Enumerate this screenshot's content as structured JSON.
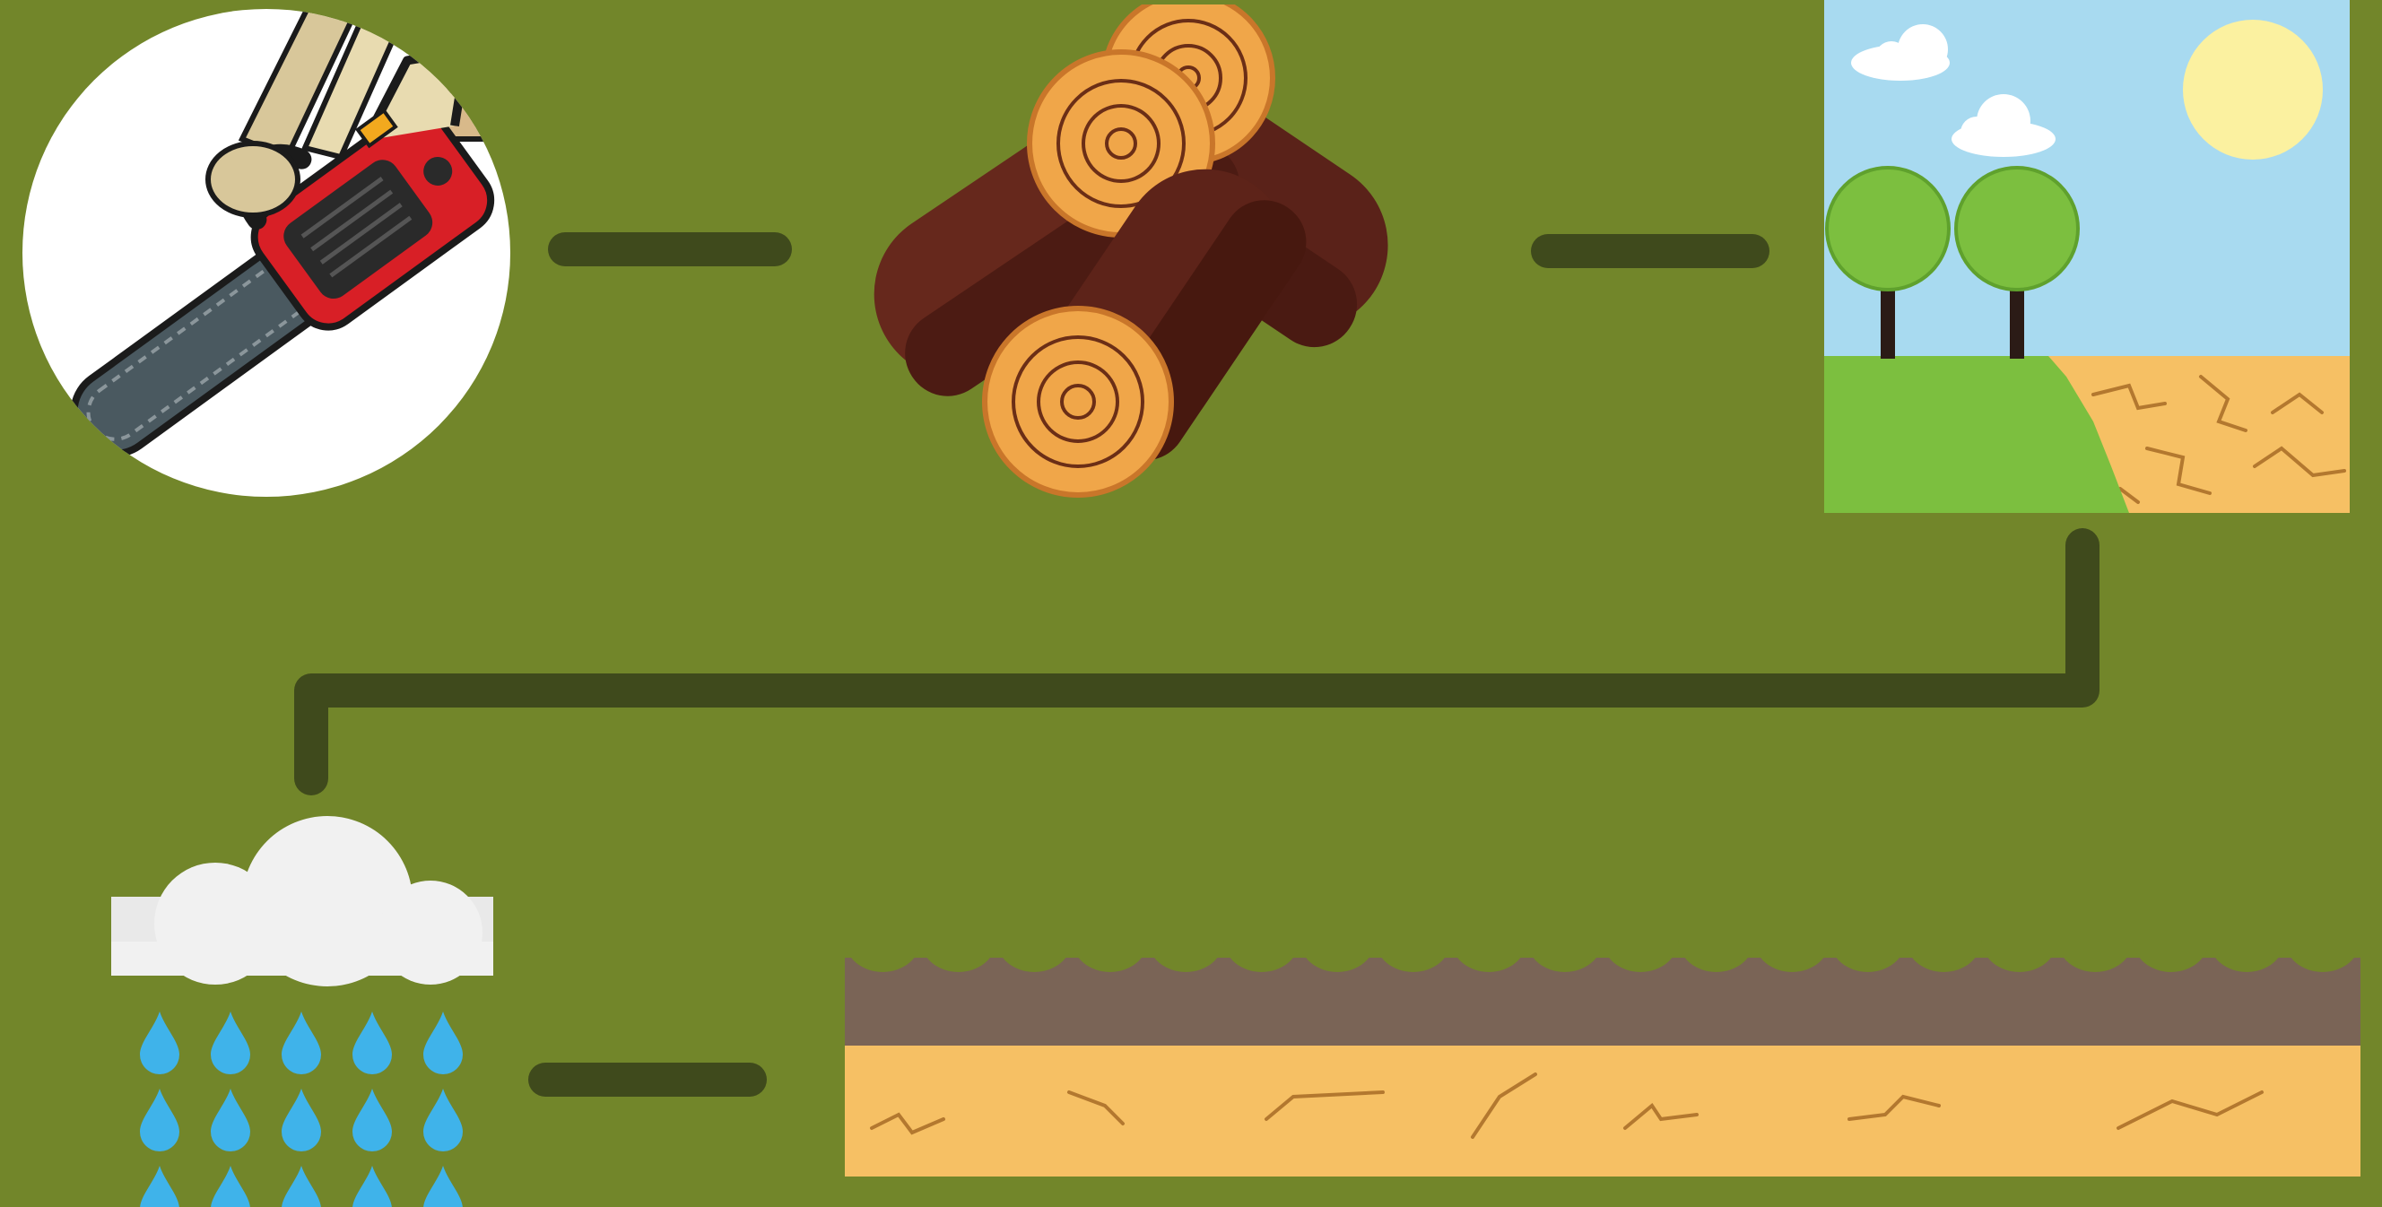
{
  "diagram": {
    "title": "",
    "background_color": "#72862a",
    "connector_color": "#3f4a1c",
    "steps": [
      {
        "id": "chainsaw",
        "icon": "chainsaw-icon",
        "label": ""
      },
      {
        "id": "logs",
        "icon": "cut-logs-icon",
        "label": ""
      },
      {
        "id": "landscape",
        "icon": "deforested-land-icon",
        "label": ""
      },
      {
        "id": "rain",
        "icon": "rain-cloud-icon",
        "label": ""
      },
      {
        "id": "soil",
        "icon": "soil-erosion-icon",
        "label": ""
      }
    ],
    "colors": {
      "wood_dark": "#5a2219",
      "wood_ring": "#f0a649",
      "sky": "#a8daf0",
      "grass": "#7cbf3f",
      "dry_soil": "#f6c064",
      "topsoil": "#7a6456",
      "water_drop": "#3fb3ea",
      "cloud": "#f1f1f1",
      "chainsaw_body": "#d81f26",
      "chainsaw_bar": "#4a5960"
    }
  }
}
